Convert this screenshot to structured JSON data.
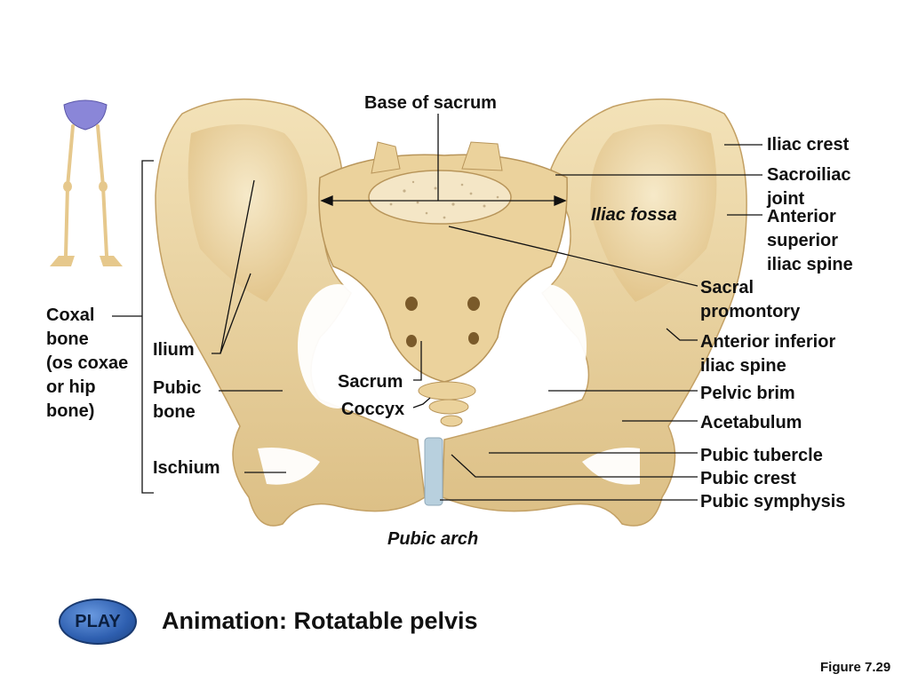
{
  "labels": {
    "base_of_sacrum": "Base of sacrum",
    "iliac_crest": "Iliac crest",
    "sacroiliac_joint": "Sacroiliac\njoint",
    "iliac_fossa": "Iliac fossa",
    "anterior_superior_iliac_spine": "Anterior\nsuperior\niliac spine",
    "sacral_promontory": "Sacral\npromontory",
    "anterior_inferior_iliac_spine": "Anterior inferior\niliac spine",
    "pelvic_brim": "Pelvic brim",
    "acetabulum": "Acetabulum",
    "pubic_tubercle": "Pubic tubercle",
    "pubic_crest": "Pubic crest",
    "pubic_symphysis": "Pubic symphysis",
    "pubic_arch": "Pubic arch",
    "coxal_bone_title": "Coxal\nbone",
    "coxal_bone_sub": "(os coxae\nor hip\nbone)",
    "ilium": "Ilium",
    "pubic_bone": "Pubic\nbone",
    "ischium": "Ischium",
    "sacrum": "Sacrum",
    "coccyx": "Coccyx"
  },
  "animation": {
    "play_label": "PLAY",
    "title": "Animation: Rotatable pelvis"
  },
  "figure_number": "Figure 7.29",
  "colors": {
    "bone": "#ead3a0",
    "bone_shadow": "#c9a66a",
    "bone_light": "#f6e9c8",
    "cartilage": "#b8d0de",
    "play_button": "#2e5fb0"
  }
}
